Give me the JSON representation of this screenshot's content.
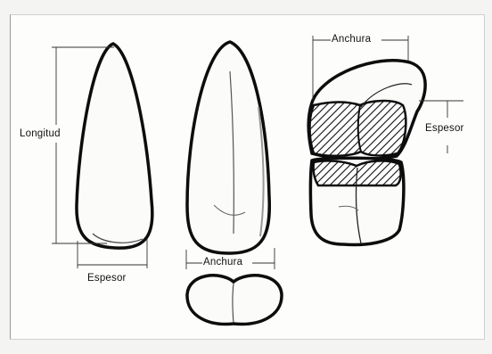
{
  "labels": {
    "longitud": "Longitud",
    "espesor_left": "Espesor",
    "anchura_middle": "Anchura",
    "anchura_right": "Anchura",
    "espesor_right": "Espesor"
  }
}
